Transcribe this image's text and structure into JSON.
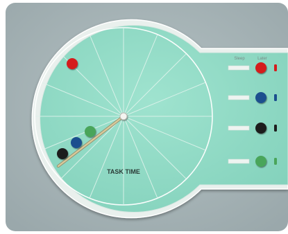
{
  "app": {
    "dial_label": "TASK TIME",
    "column_headers": {
      "left": "Sleep",
      "right": "Later"
    }
  },
  "colors": {
    "background": "#a9b6b9",
    "device": "#8fd9c4",
    "device_rim": "#e8efec",
    "red": "#d41c1c",
    "blue": "#1a4f8e",
    "black": "#1e1e1e",
    "green": "#4aa55a",
    "hand": "#cdbf8e"
  },
  "slots": [
    {
      "token_color": "red"
    },
    {
      "token_color": "blue"
    },
    {
      "token_color": "black"
    },
    {
      "token_color": "green"
    }
  ],
  "dial": {
    "free_token_color": "red",
    "hand_tokens": [
      "black",
      "blue",
      "green"
    ]
  }
}
